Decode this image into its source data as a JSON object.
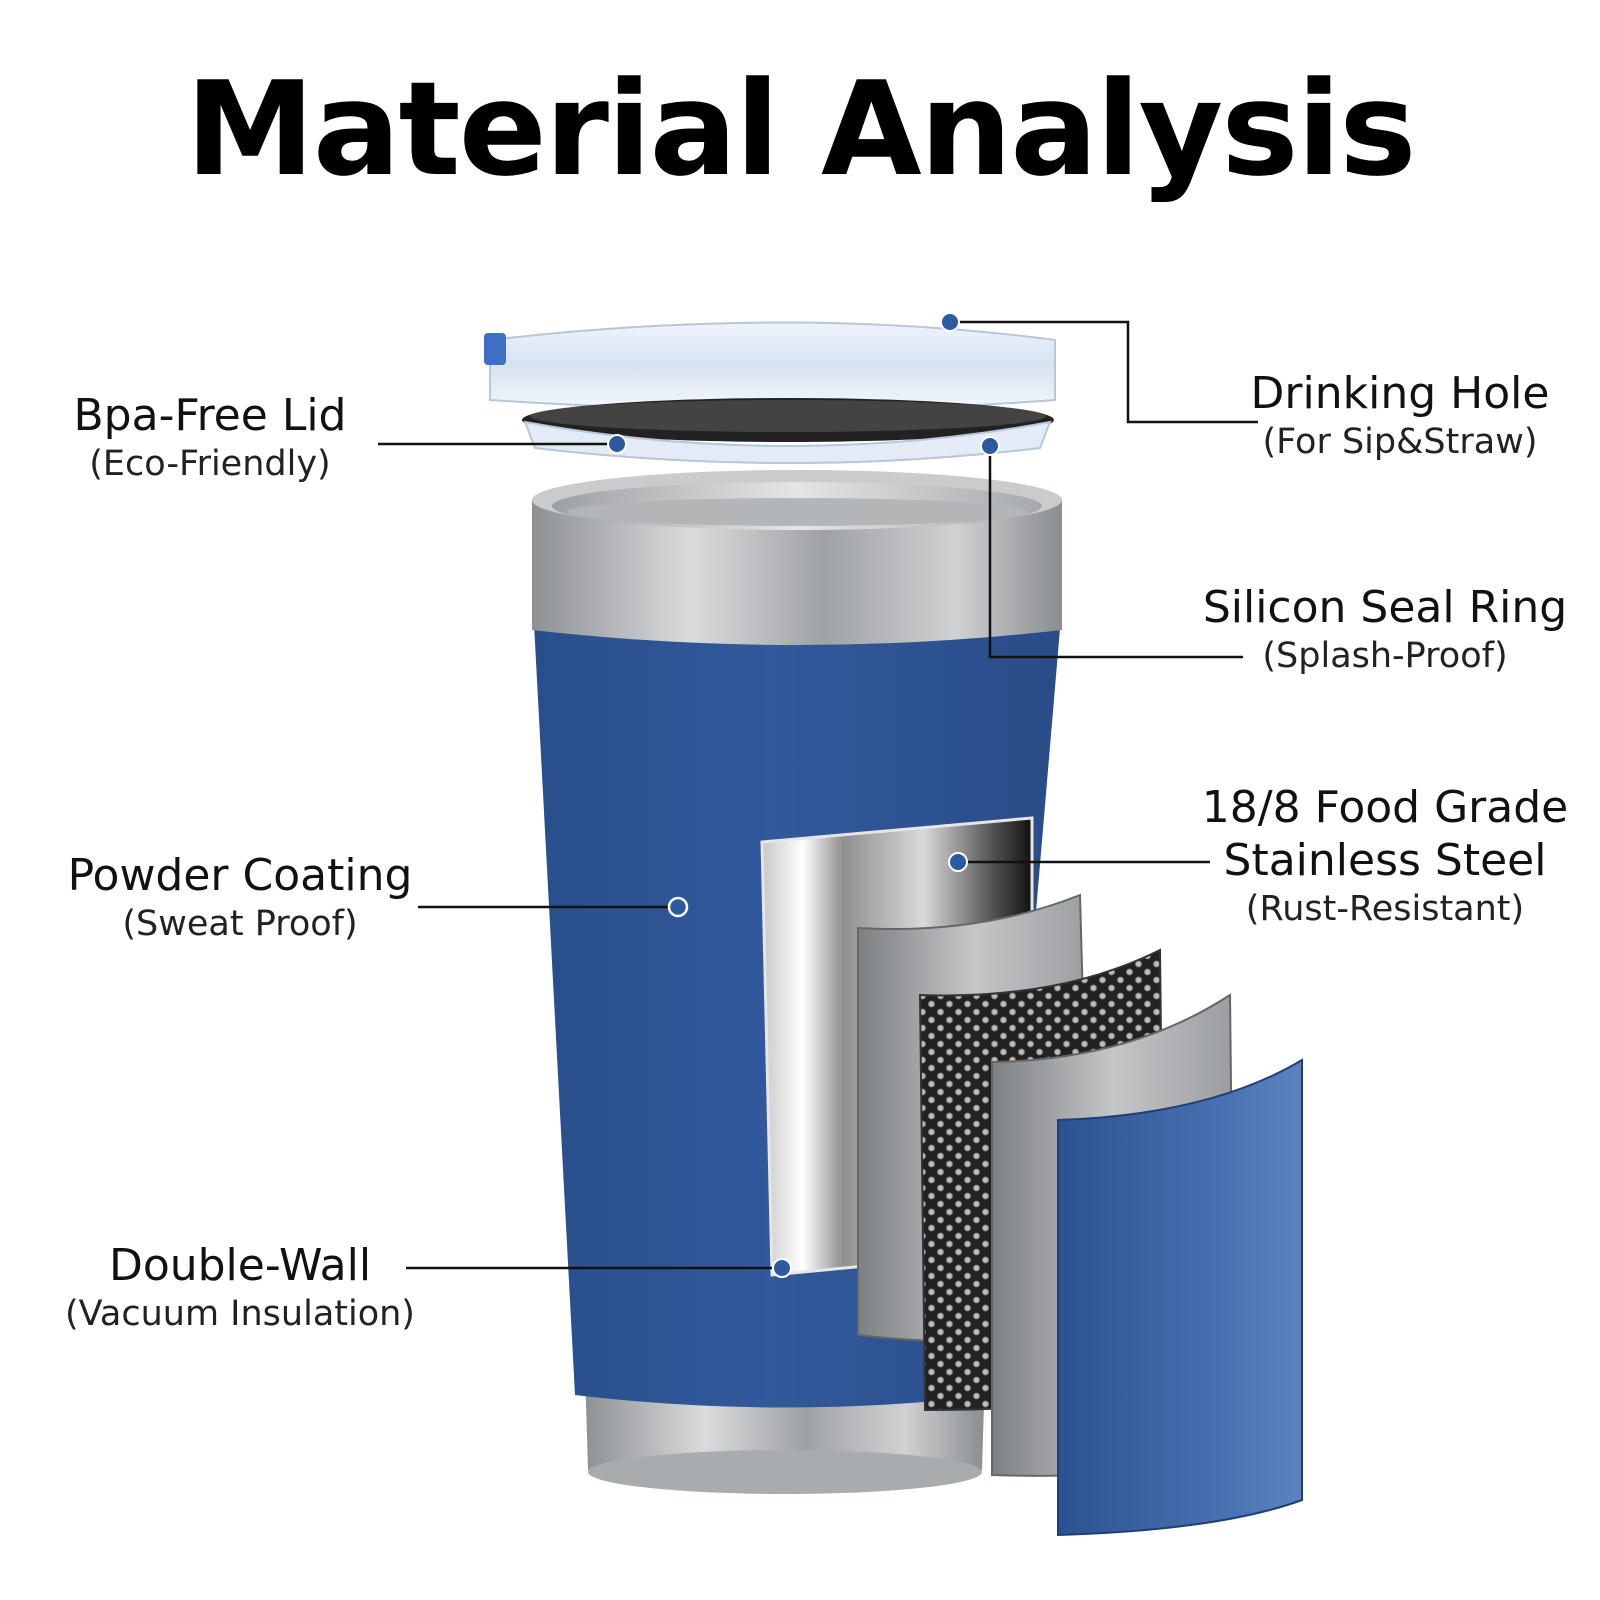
{
  "title": "Material Analysis",
  "labels": {
    "lid": {
      "main": "Bpa-Free Lid",
      "sub": "(Eco-Friendly)"
    },
    "drinking_hole": {
      "main": "Drinking Hole",
      "sub": "(For Sip&Straw)"
    },
    "seal_ring": {
      "main": "Silicon Seal Ring",
      "sub": "(Splash-Proof)"
    },
    "steel": {
      "main_line1": "18/8 Food Grade",
      "main_line2": "Stainless Steel",
      "sub": "(Rust-Resistant)"
    },
    "powder": {
      "main": "Powder Coating",
      "sub": "(Sweat Proof)"
    },
    "double_wall": {
      "main": "Double-Wall",
      "sub": "(Vacuum Insulation)"
    }
  },
  "colors": {
    "body_blue": "#2f5594",
    "marker_blue": "#2d5a9e",
    "steel": "#b9bcbf"
  }
}
